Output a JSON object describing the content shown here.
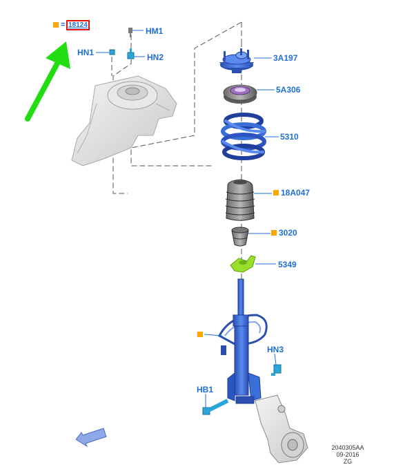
{
  "colors": {
    "label": "#1f6fd8",
    "part_blue": "#3a6fd8",
    "part_blue_dark": "#1f3f9a",
    "part_cyan": "#2aa7d8",
    "part_grey": "#bdbdbd",
    "part_grey_dark": "#8a8a8a",
    "part_green": "#9ae02a",
    "marker_orange": "#ffa500",
    "arrow_green": "#22dd11",
    "highlight_red": "#e01010",
    "nav_arrow": "#8ea8e8",
    "dash": "#555555"
  },
  "header": {
    "equals": "=",
    "highlight_code": "18124"
  },
  "callouts": [
    {
      "id": "hm1",
      "text": "HM1"
    },
    {
      "id": "hn1",
      "text": "HN1"
    },
    {
      "id": "hn2",
      "text": "HN2"
    },
    {
      "id": "3a197",
      "text": "3A197"
    },
    {
      "id": "5a306",
      "text": "5A306"
    },
    {
      "id": "5310",
      "text": "5310"
    },
    {
      "id": "18a047",
      "text": "18A047",
      "marker": true
    },
    {
      "id": "3020",
      "text": "3020",
      "marker": true
    },
    {
      "id": "5349",
      "text": "5349"
    },
    {
      "id": "hn3",
      "text": "HN3"
    },
    {
      "id": "hb1",
      "text": "HB1"
    }
  ],
  "strut_marker": true,
  "drawing_info": {
    "line1": "2040305AA",
    "line2": "09-2016",
    "line3": "ZG"
  },
  "icons": [
    "green-pointer-arrow-icon",
    "view-direction-arrow-icon",
    "orange-square-icon"
  ]
}
